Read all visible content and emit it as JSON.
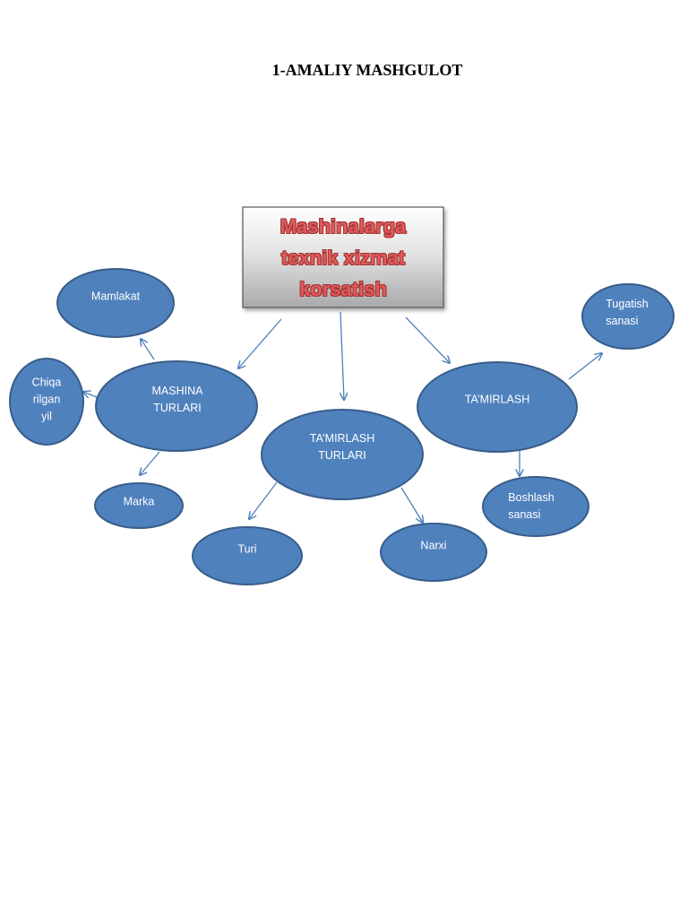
{
  "title": "1-AMALIY MASHGULOT",
  "center": {
    "lines": [
      "Mashinalarga",
      "texnik xizmat",
      "korsatish"
    ]
  },
  "nodes": {
    "mashina_turlari": [
      "MASHINA",
      "TURLARI"
    ],
    "tamirlash_turlari": [
      "TA’MIRLASH",
      "TURLARI"
    ],
    "tamirlash": [
      "TA’MIRLASH"
    ],
    "mamlakat": [
      "Mamlakat"
    ],
    "chiqarilgan_yil": [
      "Chiqa",
      "rilgan",
      "yil"
    ],
    "marka": [
      "Marka"
    ],
    "turi": [
      "Turi"
    ],
    "narxi": [
      "Narxi"
    ],
    "tugatish_sanasi": [
      "Tugatish",
      "sanasi"
    ],
    "boshlash_sanasi": [
      "Boshlash",
      "sanasi"
    ]
  },
  "colors": {
    "node_fill": "#4f81bd",
    "node_stroke": "#385d8a",
    "arrow": "#4f81bd",
    "center_text": "#e05a5a"
  }
}
